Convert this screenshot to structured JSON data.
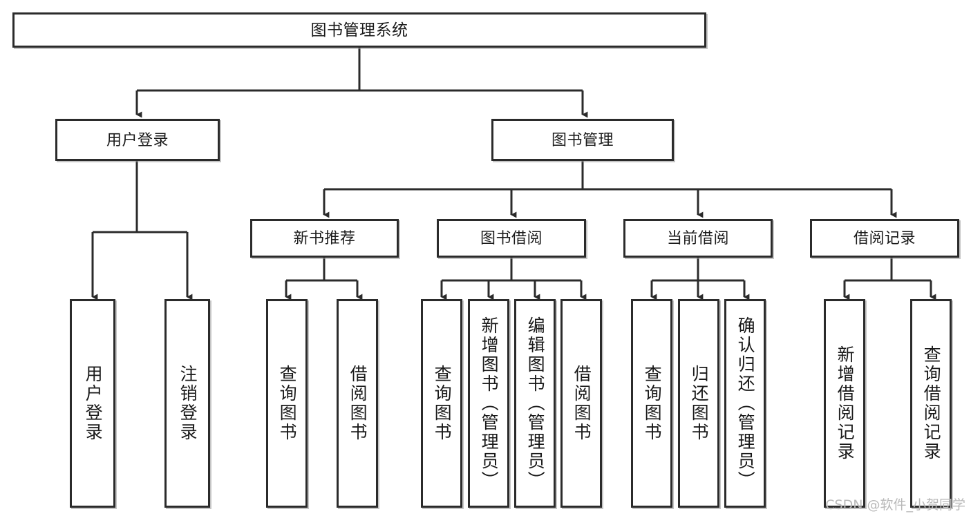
{
  "diagram": {
    "type": "tree-hierarchy-chart",
    "title": "图书管理系统",
    "watermark": "CSDN @软件_小贺同学",
    "colors": {
      "border": "#2b2b2b",
      "background": "#ffffff",
      "text": "#1a1a1a",
      "watermark": "#b9b9b9"
    },
    "nodes": {
      "root": {
        "label": "图书管理系统",
        "level": 0
      },
      "level1": [
        {
          "id": "user-login",
          "label": "用户登录"
        },
        {
          "id": "book-manage",
          "label": "图书管理"
        }
      ],
      "level2": [
        {
          "id": "new-book-rec",
          "label": "新书推荐",
          "parent": "book-manage"
        },
        {
          "id": "book-borrow",
          "label": "图书借阅",
          "parent": "book-manage"
        },
        {
          "id": "current-borrow",
          "label": "当前借阅",
          "parent": "book-manage"
        },
        {
          "id": "borrow-record",
          "label": "借阅记录",
          "parent": "book-manage"
        }
      ],
      "leaves": [
        {
          "id": "leaf-user-login",
          "label": "用户登录",
          "parent": "user-login"
        },
        {
          "id": "leaf-user-logout",
          "label": "注销登录",
          "parent": "user-login"
        },
        {
          "id": "leaf-query-book-1",
          "label": "查询图书",
          "parent": "new-book-rec"
        },
        {
          "id": "leaf-borrow-book-1",
          "label": "借阅图书",
          "parent": "new-book-rec"
        },
        {
          "id": "leaf-query-book-2",
          "label": "查询图书",
          "parent": "book-borrow"
        },
        {
          "id": "leaf-add-book",
          "label": "新增图书（管理员）",
          "parent": "book-borrow"
        },
        {
          "id": "leaf-edit-book",
          "label": "编辑图书（管理员）",
          "parent": "book-borrow"
        },
        {
          "id": "leaf-borrow-book-2",
          "label": "借阅图书",
          "parent": "book-borrow"
        },
        {
          "id": "leaf-query-book-3",
          "label": "查询图书",
          "parent": "current-borrow"
        },
        {
          "id": "leaf-return-book",
          "label": "归还图书",
          "parent": "current-borrow"
        },
        {
          "id": "leaf-confirm-return",
          "label": "确认归还（管理员）",
          "parent": "current-borrow"
        },
        {
          "id": "leaf-add-record",
          "label": "新增借阅记录",
          "parent": "borrow-record"
        },
        {
          "id": "leaf-query-record",
          "label": "查询借阅记录",
          "parent": "borrow-record"
        }
      ]
    }
  }
}
